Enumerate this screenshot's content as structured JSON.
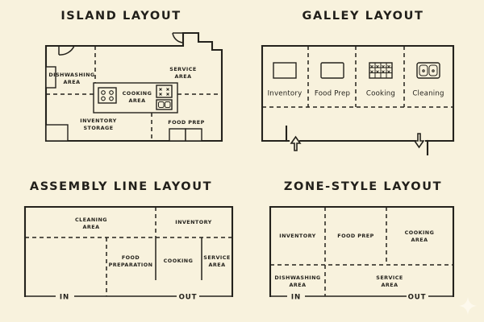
{
  "page": {
    "background_color": "#f8f2dd",
    "ink_color": "#24221c"
  },
  "panels": [
    {
      "id": "island",
      "title": "ISLAND LAYOUT",
      "zones": [
        {
          "name": "dishwashing-area",
          "lines": [
            "DISHWASHING",
            "AREA"
          ]
        },
        {
          "name": "service-area",
          "lines": [
            "SERVICE",
            "AREA"
          ]
        },
        {
          "name": "cooking-area",
          "lines": [
            "COOKING",
            "AREA"
          ]
        },
        {
          "name": "inventory-storage",
          "lines": [
            "INVENTORY",
            "STORAGE"
          ]
        },
        {
          "name": "food-prep",
          "lines": [
            "FOOD PREP"
          ]
        }
      ],
      "fixtures": [
        "stove-burners-four",
        "stove-burners-four-small",
        "double-basin-sink",
        "counter-left-upper",
        "counter-left-lower",
        "counter-food-prep-a",
        "counter-food-prep-b"
      ],
      "features": [
        "door-swing-arc",
        "notched-right-wall",
        "center-island"
      ]
    },
    {
      "id": "galley",
      "title": "GALLEY LAYOUT",
      "stations": [
        {
          "name": "inventory",
          "label": "Inventory",
          "icon": "rectangle-shelf-icon"
        },
        {
          "name": "food-prep",
          "label": "Food Prep",
          "icon": "rectangle-table-icon"
        },
        {
          "name": "cooking",
          "label": "Cooking",
          "icon": "burner-grid-icon"
        },
        {
          "name": "cleaning",
          "label": "Cleaning",
          "icon": "double-sink-icon"
        }
      ],
      "flow": [
        {
          "name": "entrance-arrow",
          "direction": "up"
        },
        {
          "name": "exit-arrow",
          "direction": "down"
        }
      ]
    },
    {
      "id": "assembly-line",
      "title": "ASSEMBLY LINE LAYOUT",
      "zones": [
        {
          "name": "cleaning-area",
          "lines": [
            "CLEANING",
            "AREA"
          ]
        },
        {
          "name": "inventory",
          "lines": [
            "INVENTORY"
          ]
        },
        {
          "name": "food-preparation",
          "lines": [
            "FOOD",
            "PREPARATION"
          ]
        },
        {
          "name": "cooking",
          "lines": [
            "COOKING"
          ]
        },
        {
          "name": "service-area",
          "lines": [
            "SERVICE",
            "AREA"
          ]
        }
      ],
      "flow": {
        "in_label": "IN",
        "out_label": "OUT"
      }
    },
    {
      "id": "zone-style",
      "title": "ZONE-STYLE LAYOUT",
      "zones": [
        {
          "name": "inventory",
          "lines": [
            "INVENTORY"
          ]
        },
        {
          "name": "food-prep",
          "lines": [
            "FOOD PREP"
          ]
        },
        {
          "name": "cooking-area",
          "lines": [
            "COOKING",
            "AREA"
          ]
        },
        {
          "name": "dishwashing-area",
          "lines": [
            "DISHWASHING",
            "AREA"
          ]
        },
        {
          "name": "service-area",
          "lines": [
            "SERVICE",
            "AREA"
          ]
        }
      ],
      "flow": {
        "in_label": "IN",
        "out_label": "OUT"
      }
    }
  ],
  "watermark": {
    "name": "sparkle-watermark",
    "shape": "four-point-star"
  }
}
